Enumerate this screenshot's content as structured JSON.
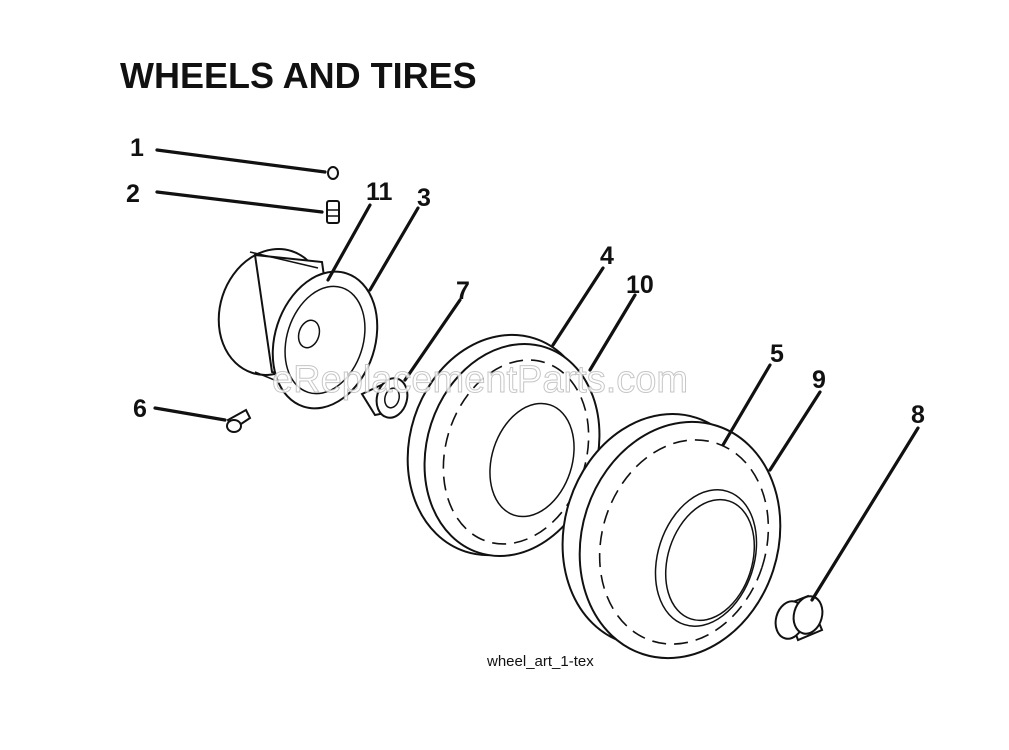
{
  "title": "WHEELS AND TIRES",
  "caption": "wheel_art_1-tex",
  "watermark": "eReplacementParts.com",
  "callouts": [
    {
      "number": "1"
    },
    {
      "number": "2"
    },
    {
      "number": "11"
    },
    {
      "number": "3"
    },
    {
      "number": "7"
    },
    {
      "number": "4"
    },
    {
      "number": "10"
    },
    {
      "number": "5"
    },
    {
      "number": "9"
    },
    {
      "number": "8"
    },
    {
      "number": "6"
    }
  ],
  "colors": {
    "ink": "#111111",
    "background": "#ffffff",
    "watermark": "#bdbdbd"
  }
}
